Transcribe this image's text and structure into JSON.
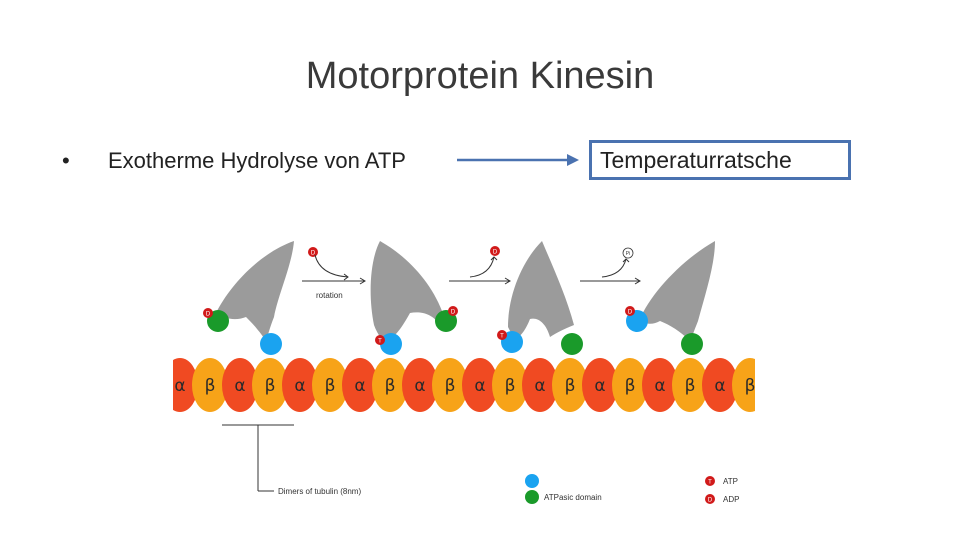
{
  "slide": {
    "title": "Motorprotein Kinesin",
    "bullet_symbol": "•",
    "bullet_text": "Exotherme Hydrolyse von ATP",
    "result_box": "Temperaturratsche"
  },
  "diagram": {
    "step1_label": "rotation",
    "tubulin_caption": "Dimers of tubulin (8nm)",
    "alpha": "α",
    "beta": "β",
    "atp_marker": "T",
    "adp_marker": "D",
    "pi_marker": "Pi",
    "legend": {
      "atpase_label": "ATPasic domain",
      "atp_label": "ATP",
      "adp_label": "ADP"
    },
    "colors": {
      "alpha": "#f04a22",
      "beta": "#f7a318",
      "head_grey": "#9b9b9b",
      "blue_domain": "#1aa3f0",
      "green_domain": "#1a9a2a",
      "nucleotide_red": "#d11a1a",
      "box_border": "#4a72b0"
    }
  }
}
